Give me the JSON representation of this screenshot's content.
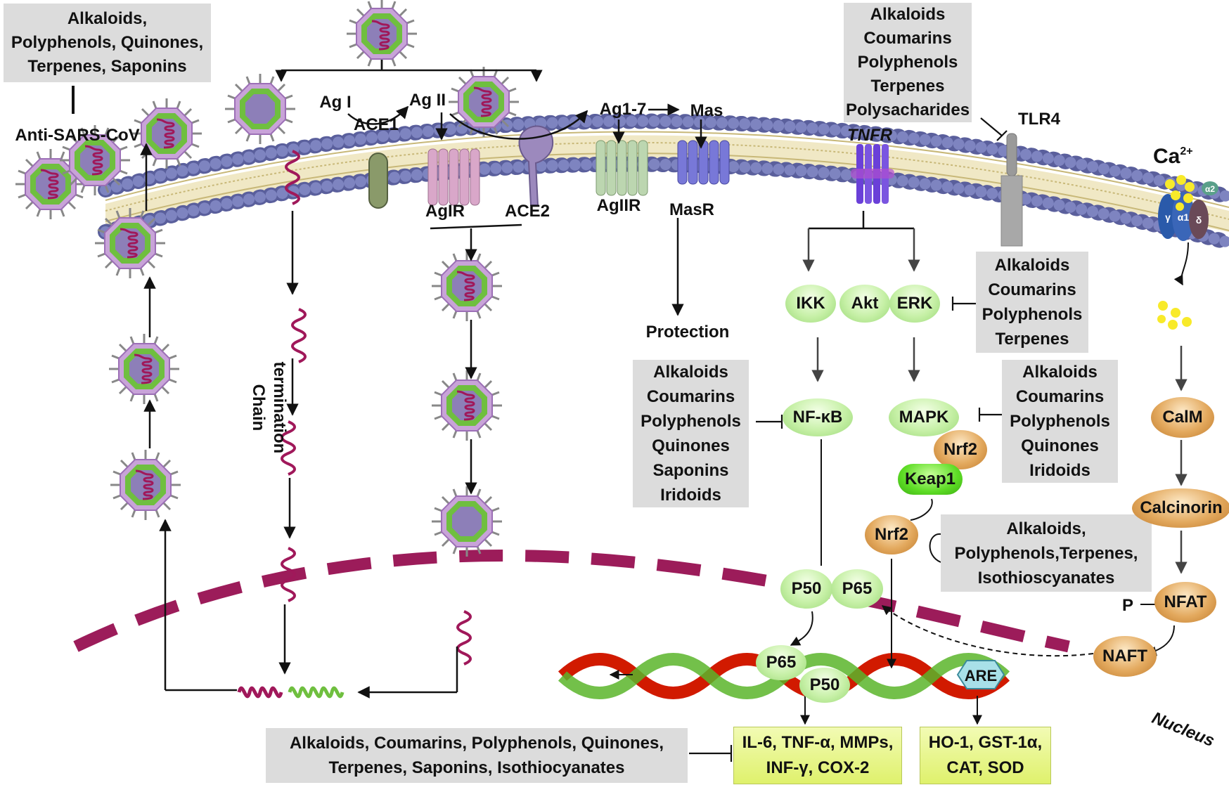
{
  "labels": {
    "anti_sars_cov": "Anti-SARS-CoV",
    "ag1": "Ag I",
    "ag2": "Ag II",
    "ace1": "ACE1",
    "agir": "AgIR",
    "ace2": "ACE2",
    "ag17": "Ag1-7",
    "mas": "Mas",
    "agiir": "AgIIR",
    "masr": "MasR",
    "tnfr": "TNFR",
    "tlr4": "TLR4",
    "ca": "Ca",
    "ca_sup": "2+",
    "chain_termination_1": "Chain",
    "chain_termination_2": "termination",
    "protection": "Protection",
    "nucleus": "Nucleus",
    "p_label": "P",
    "are": "ARE",
    "alpha1": "α1",
    "alpha2": "α2",
    "gamma": "γ",
    "delta": "δ"
  },
  "nodes": {
    "ikk": "IKK",
    "akt": "Akt",
    "erk": "ERK",
    "nfkb": "NF-κB",
    "mapk": "MAPK",
    "nrf2_a": "Nrf2",
    "keap1": "Keap1",
    "nrf2_b": "Nrf2",
    "p50": "P50",
    "p65": "P65",
    "p65_dna": "P65",
    "p50_dna": "P50",
    "calm": "CalM",
    "calcinorin": "Calcinorin",
    "nfat": "NFAT",
    "naft": "NAFT"
  },
  "inhibitor_boxes": {
    "top_left": [
      "Alkaloids,",
      "Polyphenols, Quinones,",
      "Terpenes, Saponins"
    ],
    "top_center": [
      "Alkaloids",
      "Coumarins",
      "Polyphenols",
      "Terpenes",
      "Polysacharides"
    ],
    "erk_box": [
      "Alkaloids",
      "Coumarins",
      "Polyphenols",
      "Terpenes"
    ],
    "nfkb_box": [
      "Alkaloids",
      "Coumarins",
      "Polyphenols",
      "Quinones",
      "Saponins",
      "Iridoids"
    ],
    "mapk_box": [
      "Alkaloids",
      "Coumarins",
      "Polyphenols",
      "Quinones",
      "Iridoids"
    ],
    "nrf2_box": [
      "Alkaloids,",
      "Polyphenols,Terpenes,",
      "Isothioscyanates"
    ],
    "bottom_box": [
      "Alkaloids, Coumarins, Polyphenols, Quinones,",
      "Terpenes, Saponins, Isothiocyanates"
    ]
  },
  "output_boxes": {
    "cytokines": [
      "IL-6, TNF-α, MMPs,",
      "INF-γ, COX-2"
    ],
    "antioxidants": [
      "HO-1, GST-1α,",
      "CAT, SOD"
    ]
  },
  "colors": {
    "nucleus_dash": "#9c1c5a",
    "membrane_head": "#6f74ad",
    "membrane_tail": "#d8c98e",
    "virus_capsid": "#6fbf3f",
    "virus_core": "#8d7fb8",
    "rna": "#a0185a",
    "node_green": "#b8ec96",
    "node_orange": "#dba35a",
    "inhibitor_box": "#dcdcdc",
    "output_box": "#e4f38a"
  }
}
